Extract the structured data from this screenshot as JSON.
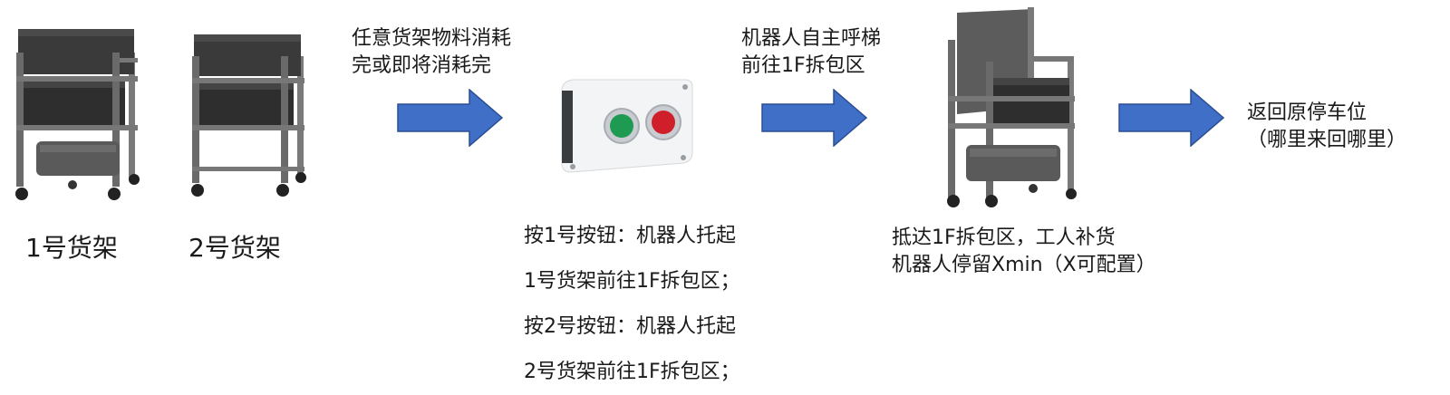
{
  "shelves": {
    "shelf1_label": "1号货架",
    "shelf2_label": "2号货架"
  },
  "trigger": {
    "line1": "任意货架物料消耗",
    "line2": "完或即将消耗完"
  },
  "button_box": {
    "left_button_color": "#1f9a52",
    "right_button_color": "#cf1f2a",
    "steps": [
      "按1号按钮：机器人托起",
      "1号货架前往1F拆包区；",
      "按2号按钮：机器人托起",
      "2号货架前往1F拆包区；"
    ]
  },
  "elevator": {
    "line1": "机器人自主呼梯",
    "line2": "前往1F拆包区"
  },
  "arrival": {
    "line1": "抵达1F拆包区，工人补货",
    "line2": "机器人停留Xmin（X可配置）"
  },
  "return": {
    "line1": "返回原停车位",
    "line2": "（哪里来回哪里）"
  },
  "colors": {
    "arrow_fill": "#3f6fc7",
    "arrow_stroke": "#2c4f93",
    "frame_gray": "#6a6a6a",
    "box_dark": "#2e2e2e"
  }
}
